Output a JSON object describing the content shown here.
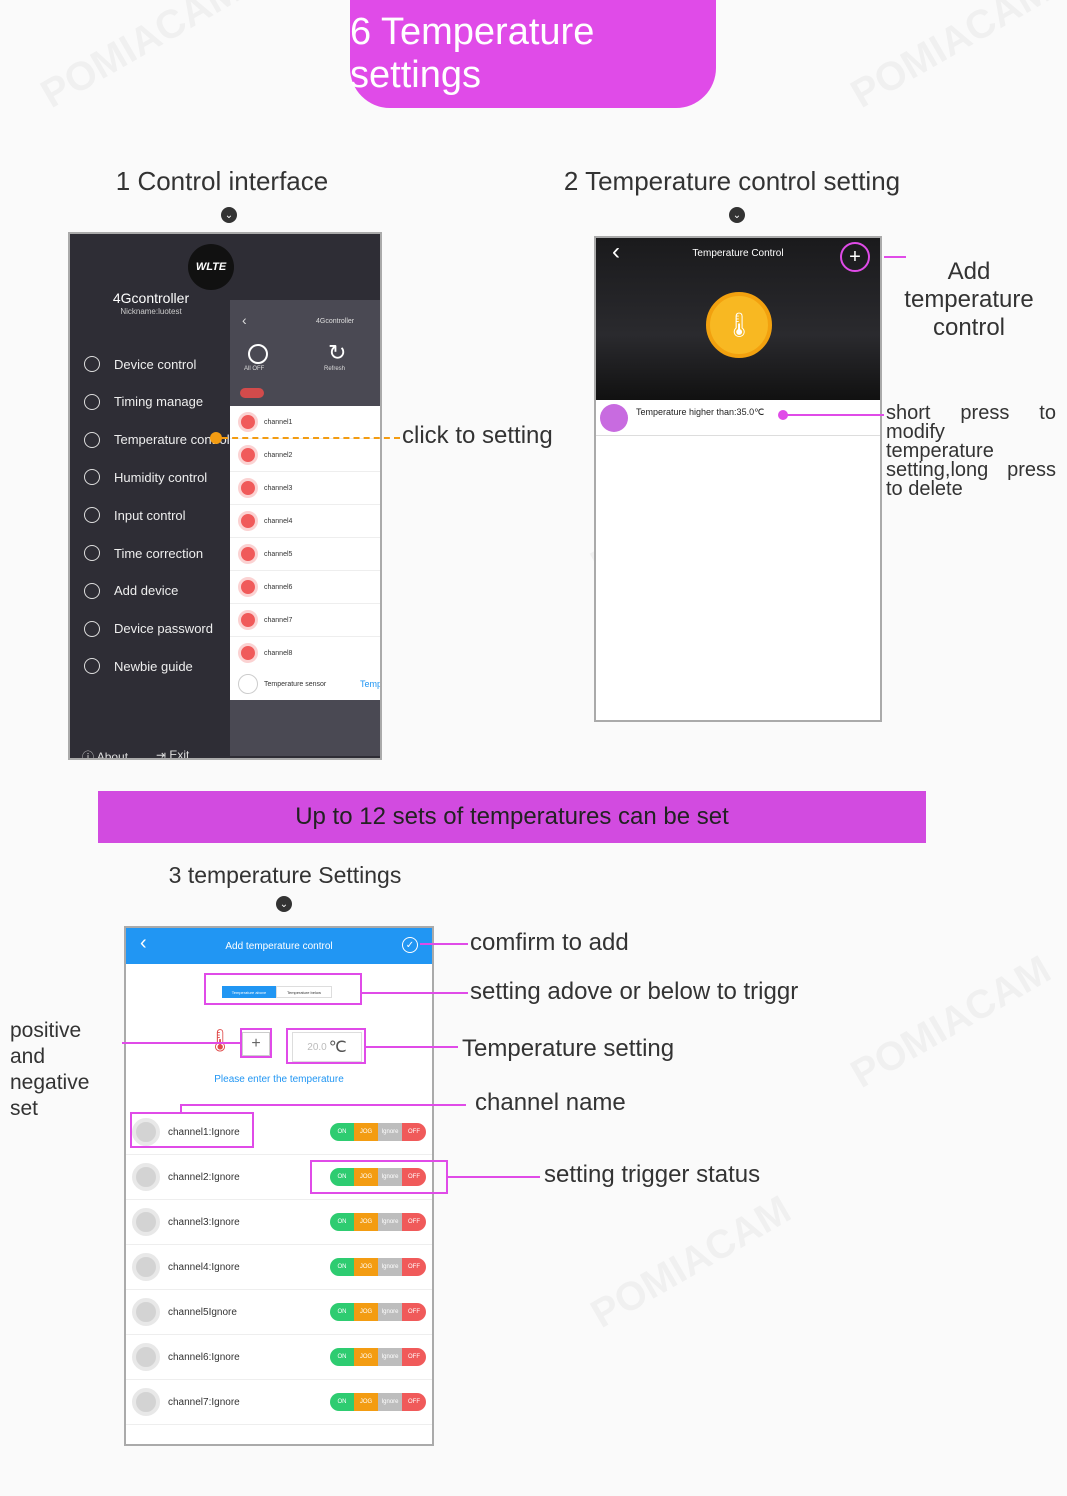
{
  "title": "6 Temperature settings",
  "section1": {
    "heading": "1 Control interface"
  },
  "section2": {
    "heading": "2 Temperature control setting"
  },
  "section3": {
    "heading": "3  temperature Settings"
  },
  "banner": "Up to 12 sets of temperatures can be set",
  "phone1": {
    "logo_text": "WLTE",
    "device_name": "4Gcontroller",
    "nickname": "Nickname:luotest",
    "menu": [
      {
        "label": "Device control",
        "icon": "grid-icon"
      },
      {
        "label": "Timing manage",
        "icon": "clock-icon"
      },
      {
        "label": "Temperature control",
        "icon": "thermometer-icon"
      },
      {
        "label": "Humidity control",
        "icon": "droplet-icon"
      },
      {
        "label": "Input control",
        "icon": "compass-icon"
      },
      {
        "label": "Time correction",
        "icon": "history-icon"
      },
      {
        "label": "Add device",
        "icon": "plus-icon"
      },
      {
        "label": "Device password",
        "icon": "lock-icon"
      },
      {
        "label": "Newbie guide",
        "icon": "compass-icon"
      }
    ],
    "about": "About",
    "exit": "Exit",
    "sub_title": "4Gcontroller",
    "all_off": "All OFF",
    "refresh": "Refresh",
    "channels": [
      "channel1",
      "channel2",
      "channel3",
      "channel4",
      "channel5",
      "channel6",
      "channel7",
      "channel8"
    ],
    "sensor_label": "Temperature sensor",
    "sensor_link": "Temp"
  },
  "callout_click": "click to setting",
  "phone2": {
    "title": "Temperature Control",
    "item_text": "Temperature higher than:35.0℃"
  },
  "callout_add": "Add temperature control",
  "callout_short": "short press to modify temperature setting,long press to delete",
  "phone3": {
    "title": "Add temperature control",
    "tab_above": "Temperature above",
    "tab_below": "Temperature below",
    "temp_value": "20.0",
    "temp_unit": "℃",
    "hint": "Please enter the temperature",
    "rows": [
      "channel1:Ignore",
      "channel2:Ignore",
      "channel3:Ignore",
      "channel4:Ignore",
      "channel5Ignore",
      "channel6:Ignore",
      "channel7:Ignore"
    ],
    "seg_labels": [
      "ON",
      "JOG",
      "Ignore",
      "OFF"
    ],
    "colors": {
      "on": "#2ecc71",
      "jog": "#f39c12",
      "ignore": "#bdbdbd",
      "off": "#f05a5a"
    }
  },
  "callouts3": {
    "confirm": "comfirm to add",
    "above_below": "setting adove or below to triggr",
    "temp_setting": "Temperature setting",
    "channel_name": "channel name",
    "trigger_status": "setting trigger status",
    "pos_neg": "positive and negative set"
  },
  "watermark": "POMIACAM"
}
